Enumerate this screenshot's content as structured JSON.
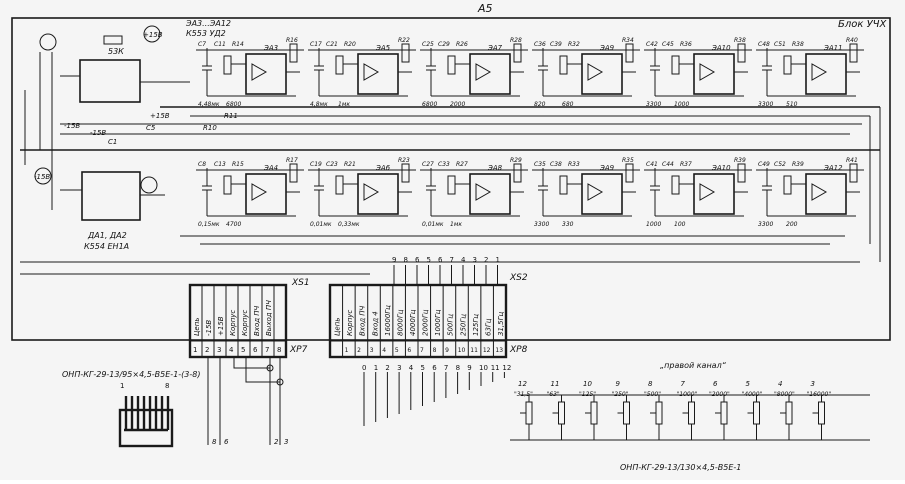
{
  "sheet": {
    "page_number": "А5",
    "block_title": "Блок УЧХ",
    "top_note_1": "ЭА3...ЭА12",
    "top_note_2": "К553 УД2",
    "chip_note_1": "ДА1, ДА2",
    "chip_note_2": "К554 ЕН1А",
    "supply_neg": "-15В",
    "supply_pos": "+15В",
    "res_53k": "53К",
    "cap_c1": "С1",
    "cap_c5": "С5",
    "ref_r10": "R10",
    "ref_r11": "R11",
    "left_labels": [
      "-15В",
      "+15В",
      "-15В"
    ]
  },
  "upper_row": [
    {
      "chip": "ЭА3",
      "caps": [
        "С7",
        "С11"
      ],
      "resistors": [
        "R14",
        "R16"
      ],
      "values": [
        "4,48мк",
        "6800"
      ]
    },
    {
      "chip": "ЭА5",
      "caps": [
        "С17",
        "С21"
      ],
      "resistors": [
        "R20",
        "R22"
      ],
      "values": [
        "4,8мк",
        "1мк"
      ]
    },
    {
      "chip": "ЭА7",
      "caps": [
        "С25",
        "С29"
      ],
      "resistors": [
        "R26",
        "R28"
      ],
      "values": [
        "6800",
        "2000"
      ]
    },
    {
      "chip": "ЭА9",
      "caps": [
        "С36",
        "С39"
      ],
      "resistors": [
        "R32",
        "R34"
      ],
      "values": [
        "820",
        "680"
      ]
    },
    {
      "chip": "ЭА10",
      "caps": [
        "С42",
        "С45"
      ],
      "resistors": [
        "R36",
        "R38"
      ],
      "values": [
        "3300",
        "1000"
      ]
    },
    {
      "chip": "ЭА11",
      "caps": [
        "С48",
        "С51"
      ],
      "resistors": [
        "R38",
        "R40"
      ],
      "values": [
        "3300",
        "510"
      ]
    }
  ],
  "lower_row": [
    {
      "chip": "ЭА4",
      "caps": [
        "С8",
        "С13"
      ],
      "resistors": [
        "R15",
        "R17"
      ],
      "values": [
        "0,15мк",
        "4700"
      ]
    },
    {
      "chip": "ЭА6",
      "caps": [
        "С19",
        "С23"
      ],
      "resistors": [
        "R21",
        "R23"
      ],
      "values": [
        "0,01мк",
        "0,33мк"
      ]
    },
    {
      "chip": "ЭА8",
      "caps": [
        "С27",
        "С33"
      ],
      "resistors": [
        "R27",
        "R29"
      ],
      "values": [
        "0,01мк",
        "1мк"
      ]
    },
    {
      "chip": "ЭА9",
      "caps": [
        "С35",
        "С38"
      ],
      "resistors": [
        "R33",
        "R35"
      ],
      "values": [
        "3300",
        "330"
      ]
    },
    {
      "chip": "ЭА10",
      "caps": [
        "С41",
        "С44"
      ],
      "resistors": [
        "R37",
        "R39"
      ],
      "values": [
        "1000",
        "100"
      ]
    },
    {
      "chip": "ЭА12",
      "caps": [
        "С49",
        "С52"
      ],
      "resistors": [
        "R39",
        "R41"
      ],
      "values": [
        "3300",
        "200"
      ]
    }
  ],
  "xs1": {
    "label": "XS1",
    "pins": [
      "1",
      "2",
      "3",
      "4",
      "5",
      "6",
      "7",
      "8"
    ],
    "signals": [
      "Цепь",
      "-15В",
      "+15В",
      "Корпус",
      "Корпус",
      "Вход ПЧ",
      "Выход ПЧ",
      ""
    ]
  },
  "xp7": {
    "label": "XP7"
  },
  "xs2": {
    "label": "XS2",
    "top_numbers": [
      "9",
      "8",
      "6",
      "5",
      "6",
      "7",
      "4",
      "3",
      "2",
      "1"
    ],
    "pins": [
      "1",
      "2",
      "3",
      "4",
      "5",
      "6",
      "7",
      "8",
      "9",
      "10",
      "11",
      "12",
      "13"
    ],
    "signals": [
      "Цепь",
      "Корпус",
      "Вход ПЧ",
      "Вход 4",
      "16000Гц",
      "8000Гц",
      "4000Гц",
      "2000Гц",
      "1000Гц",
      "500Гц",
      "250Гц",
      "125Гц",
      "63Гц",
      "31,5Гц"
    ]
  },
  "xp8": {
    "label": "XP8",
    "pins": [
      "0",
      "1",
      "2",
      "3",
      "4",
      "5",
      "6",
      "7",
      "8",
      "9",
      "10",
      "11",
      "12"
    ]
  },
  "channel": {
    "title": "„правой канал“",
    "numbers": [
      "12",
      "11",
      "10",
      "9",
      "8",
      "7",
      "6",
      "5",
      "4",
      "3"
    ],
    "freqs": [
      "\"31,5\"",
      "\"63\"",
      "\"125\"",
      "\"250\"",
      "\"500\"",
      "\"1000\"",
      "\"2000\"",
      "\"4000\"",
      "\"8000\"",
      "\"16000\""
    ]
  },
  "connectors": {
    "small_label": "ОНП-КГ-29-13/95×4,5-В5Е-1-(3-8)",
    "small_pin_1": "1",
    "small_pin_8": "8",
    "bottom_label": "ОНП-КГ-29-13/130×4,5-В5Е-1",
    "wire_labels": [
      "8",
      "6",
      "2",
      "3"
    ]
  }
}
